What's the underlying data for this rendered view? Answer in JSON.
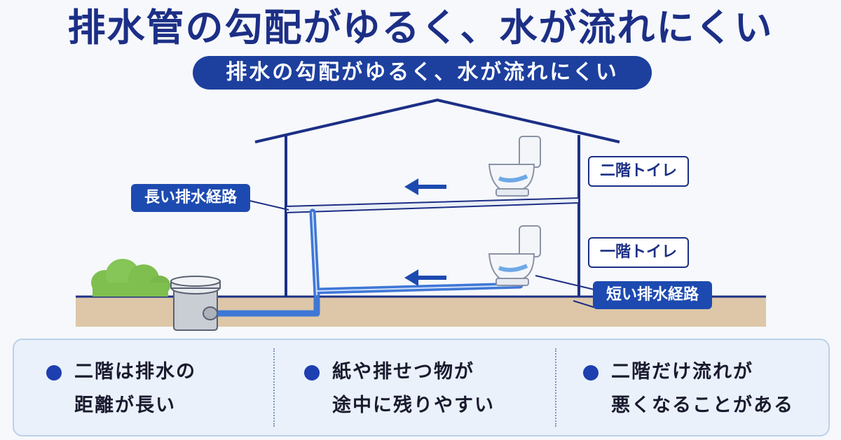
{
  "title": "排水管の勾配がゆるく、水が流れにくい",
  "subtitle": "排水の勾配がゆるく、水が流れにくい",
  "labels": {
    "second_floor_toilet": "二階トイレ",
    "first_floor_toilet": "一階トイレ",
    "long_route": "長い排水経路",
    "short_route": "短い排水経路"
  },
  "points": [
    {
      "line1": "二階は排水の",
      "line2": "距離が長い"
    },
    {
      "line1": "紙や排せつ物が",
      "line2": "途中に残りやすい"
    },
    {
      "line1": "二階だけ流れが",
      "line2": "悪くなることがある"
    }
  ],
  "colors": {
    "navy": "#1c2f86",
    "pipe": "#3f77d6",
    "accent": "#1d4ab0",
    "ground": "#ddc7a8",
    "shrub": "#7fbf50"
  }
}
